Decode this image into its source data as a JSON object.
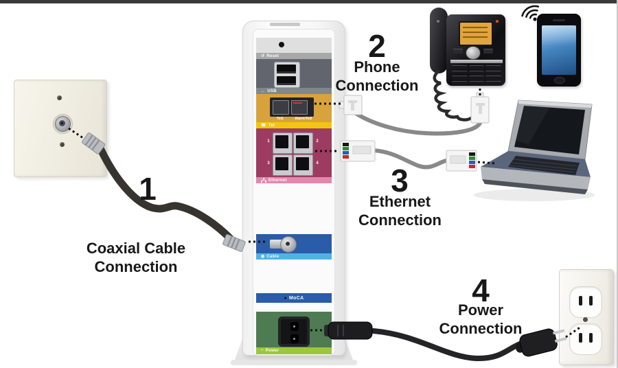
{
  "steps": [
    {
      "number": "1",
      "label": "Coaxial Cable Connection"
    },
    {
      "number": "2",
      "label": "Phone Connection"
    },
    {
      "number": "3",
      "label": "Ethernet Connection"
    },
    {
      "number": "4",
      "label": "Power Connection"
    }
  ],
  "modem": {
    "reset_label": "Reset",
    "usb_label": "USB",
    "tel_label": "Tel",
    "tel_jack_left": "Tel1",
    "tel_jack_right": "Alarm/Tel2",
    "ethernet_label": "Ethernet",
    "ethernet_ports": [
      "1",
      "2",
      "3",
      "4"
    ],
    "cable_label": "Cable",
    "moca_label": "MoCA",
    "power_label": "Power"
  },
  "icons": {
    "reset": "↺",
    "usb": "←",
    "tel": "☎",
    "cable": "◉",
    "moca_led": "●",
    "power": "~"
  },
  "colors": {
    "usb_section": "#62656d",
    "tel_section": "#d8a33c",
    "tel_bar": "#f3c60d",
    "ethernet_section": "#9d3c60",
    "ethernet_bar": "#e387ae",
    "cable_section": "#2a5ca9",
    "cable_bar": "#4fb3e6",
    "moca_bar": "#2a5ca9",
    "power_section": "#4f7b53",
    "power_bar": "#9cc63e",
    "coax_cable": "#37332f",
    "cord_gray": "#898989",
    "text": "#181818"
  }
}
